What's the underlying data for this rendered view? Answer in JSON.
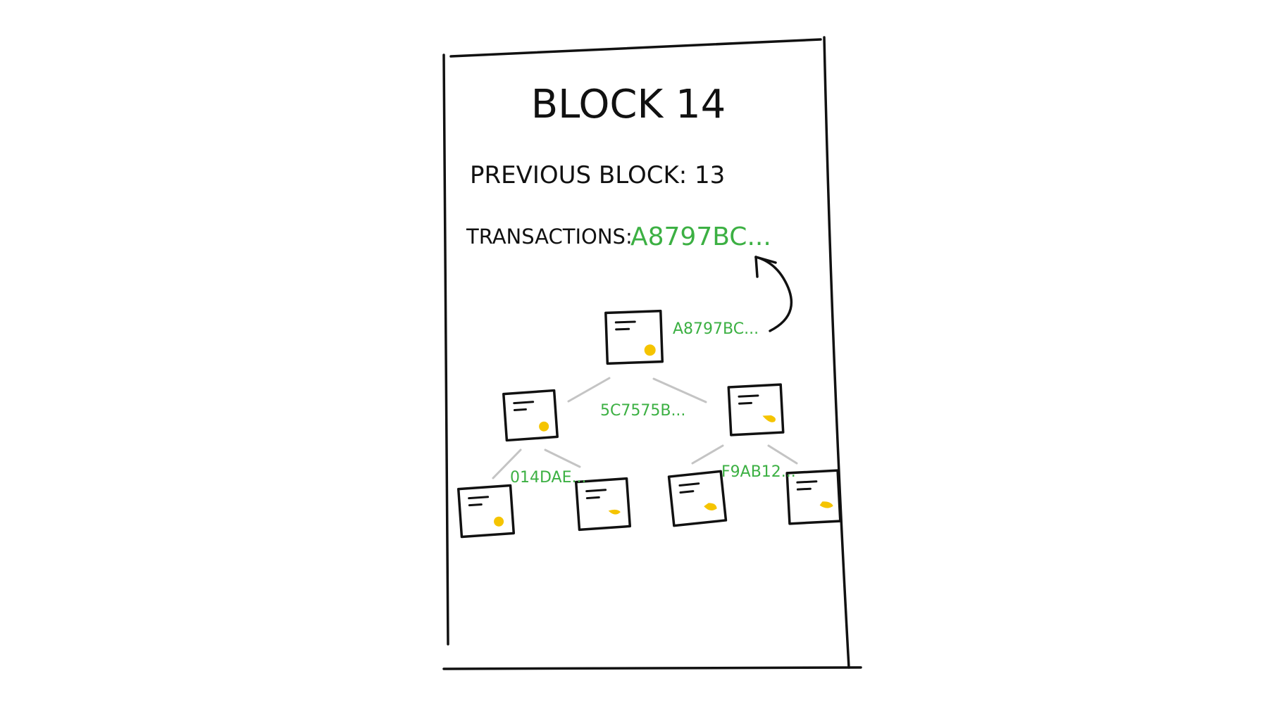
{
  "block": {
    "title": "BLOCK 14",
    "previous_block": "PREVIOUS BLOCK: 13",
    "transactions_label": "TRANSACTIONS:",
    "transactions_hash": "A8797BC..."
  },
  "merkle_tree": {
    "root_hash": "A8797BC...",
    "level1_hash": "5C7575B...",
    "level2_left_hash": "014DAE...",
    "level2_right_hash": "F9AB12..."
  },
  "colors": {
    "ink": "#111111",
    "hash_green": "#3cb043",
    "seal_yellow": "#f5c400",
    "branch_gray": "#c4c4c4"
  },
  "icons": [
    "document-icon",
    "seal-icon",
    "arrow-icon"
  ]
}
